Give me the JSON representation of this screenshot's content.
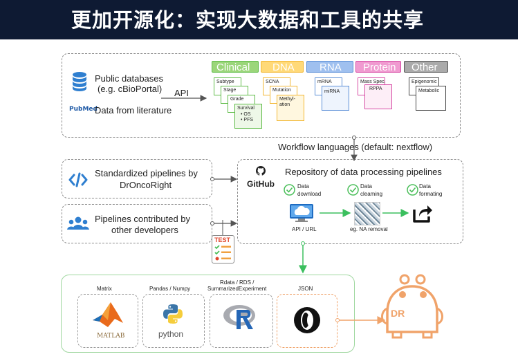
{
  "slide": {
    "title": "更加开源化：实现大数据和工具的共享"
  },
  "sources": {
    "public_db_line1": "Public databases",
    "public_db_line2": "(e.g. cBioPortal)",
    "api": "API",
    "literature": "Data from literature",
    "pubmed_logo": "PubMed"
  },
  "data_types": [
    {
      "label": "Clinical",
      "color": "#5dbb46",
      "fill": "#9bd67a",
      "cards": [
        [
          "Subtype"
        ],
        [
          "Stage"
        ],
        [
          "Grade"
        ],
        [
          "Survival",
          "• OS",
          "• PFS"
        ]
      ]
    },
    {
      "label": "DNA",
      "color": "#f2b631",
      "fill": "#ffd978",
      "cards": [
        [
          "SCNA"
        ],
        [
          "Mutation"
        ],
        [
          "Methyl-",
          "ation"
        ]
      ]
    },
    {
      "label": "RNA",
      "color": "#5b8fd6",
      "fill": "#9fc0ef",
      "cards": [
        [
          "mRNA"
        ],
        [
          "miRNA"
        ]
      ]
    },
    {
      "label": "Protein",
      "color": "#d64aa4",
      "fill": "#f09ad0",
      "cards": [
        [
          "Mass Spec."
        ],
        [
          "RPPA"
        ]
      ]
    },
    {
      "label": "Other",
      "color": "#555555",
      "fill": "#aaaaaa",
      "cards": [
        [
          "Epigenomic"
        ],
        [
          "Metabolic"
        ]
      ]
    }
  ],
  "workflow": {
    "label": "Workflow languages (default: nextflow)"
  },
  "pipelines": {
    "standardized_line1": "Standardized pipelines by",
    "standardized_line2": "DrOncoRight",
    "contributed_line1": "Pipelines contributed by",
    "contributed_line2": "other developers",
    "test_label": "TEST"
  },
  "repository": {
    "github_label": "GitHub",
    "title": "Repository of data processing pipelines",
    "steps": [
      {
        "line1": "Data",
        "line2": "download",
        "caption": "API / URL"
      },
      {
        "line1": "Data",
        "line2": "cleaming",
        "caption": "eg. NA removal"
      },
      {
        "line1": "Data",
        "line2": "formating",
        "caption": ""
      }
    ]
  },
  "formats": [
    {
      "label": "Matrix",
      "label2": "",
      "logo": "MATLAB"
    },
    {
      "label": "Pandas / Numpy",
      "label2": "",
      "logo": "python"
    },
    {
      "label": "Rdata / RDS /",
      "label2": "SummarizedExperiment",
      "logo": "R"
    },
    {
      "label": "JSON",
      "label2": "",
      "logo": "json-logo"
    }
  ],
  "robot": {
    "label": "DR",
    "color": "#f0a36a"
  },
  "colors": {
    "arrow_green": "#3bbf5e",
    "icon_blue": "#2f7fd0",
    "check_green": "#4bbf5a"
  }
}
